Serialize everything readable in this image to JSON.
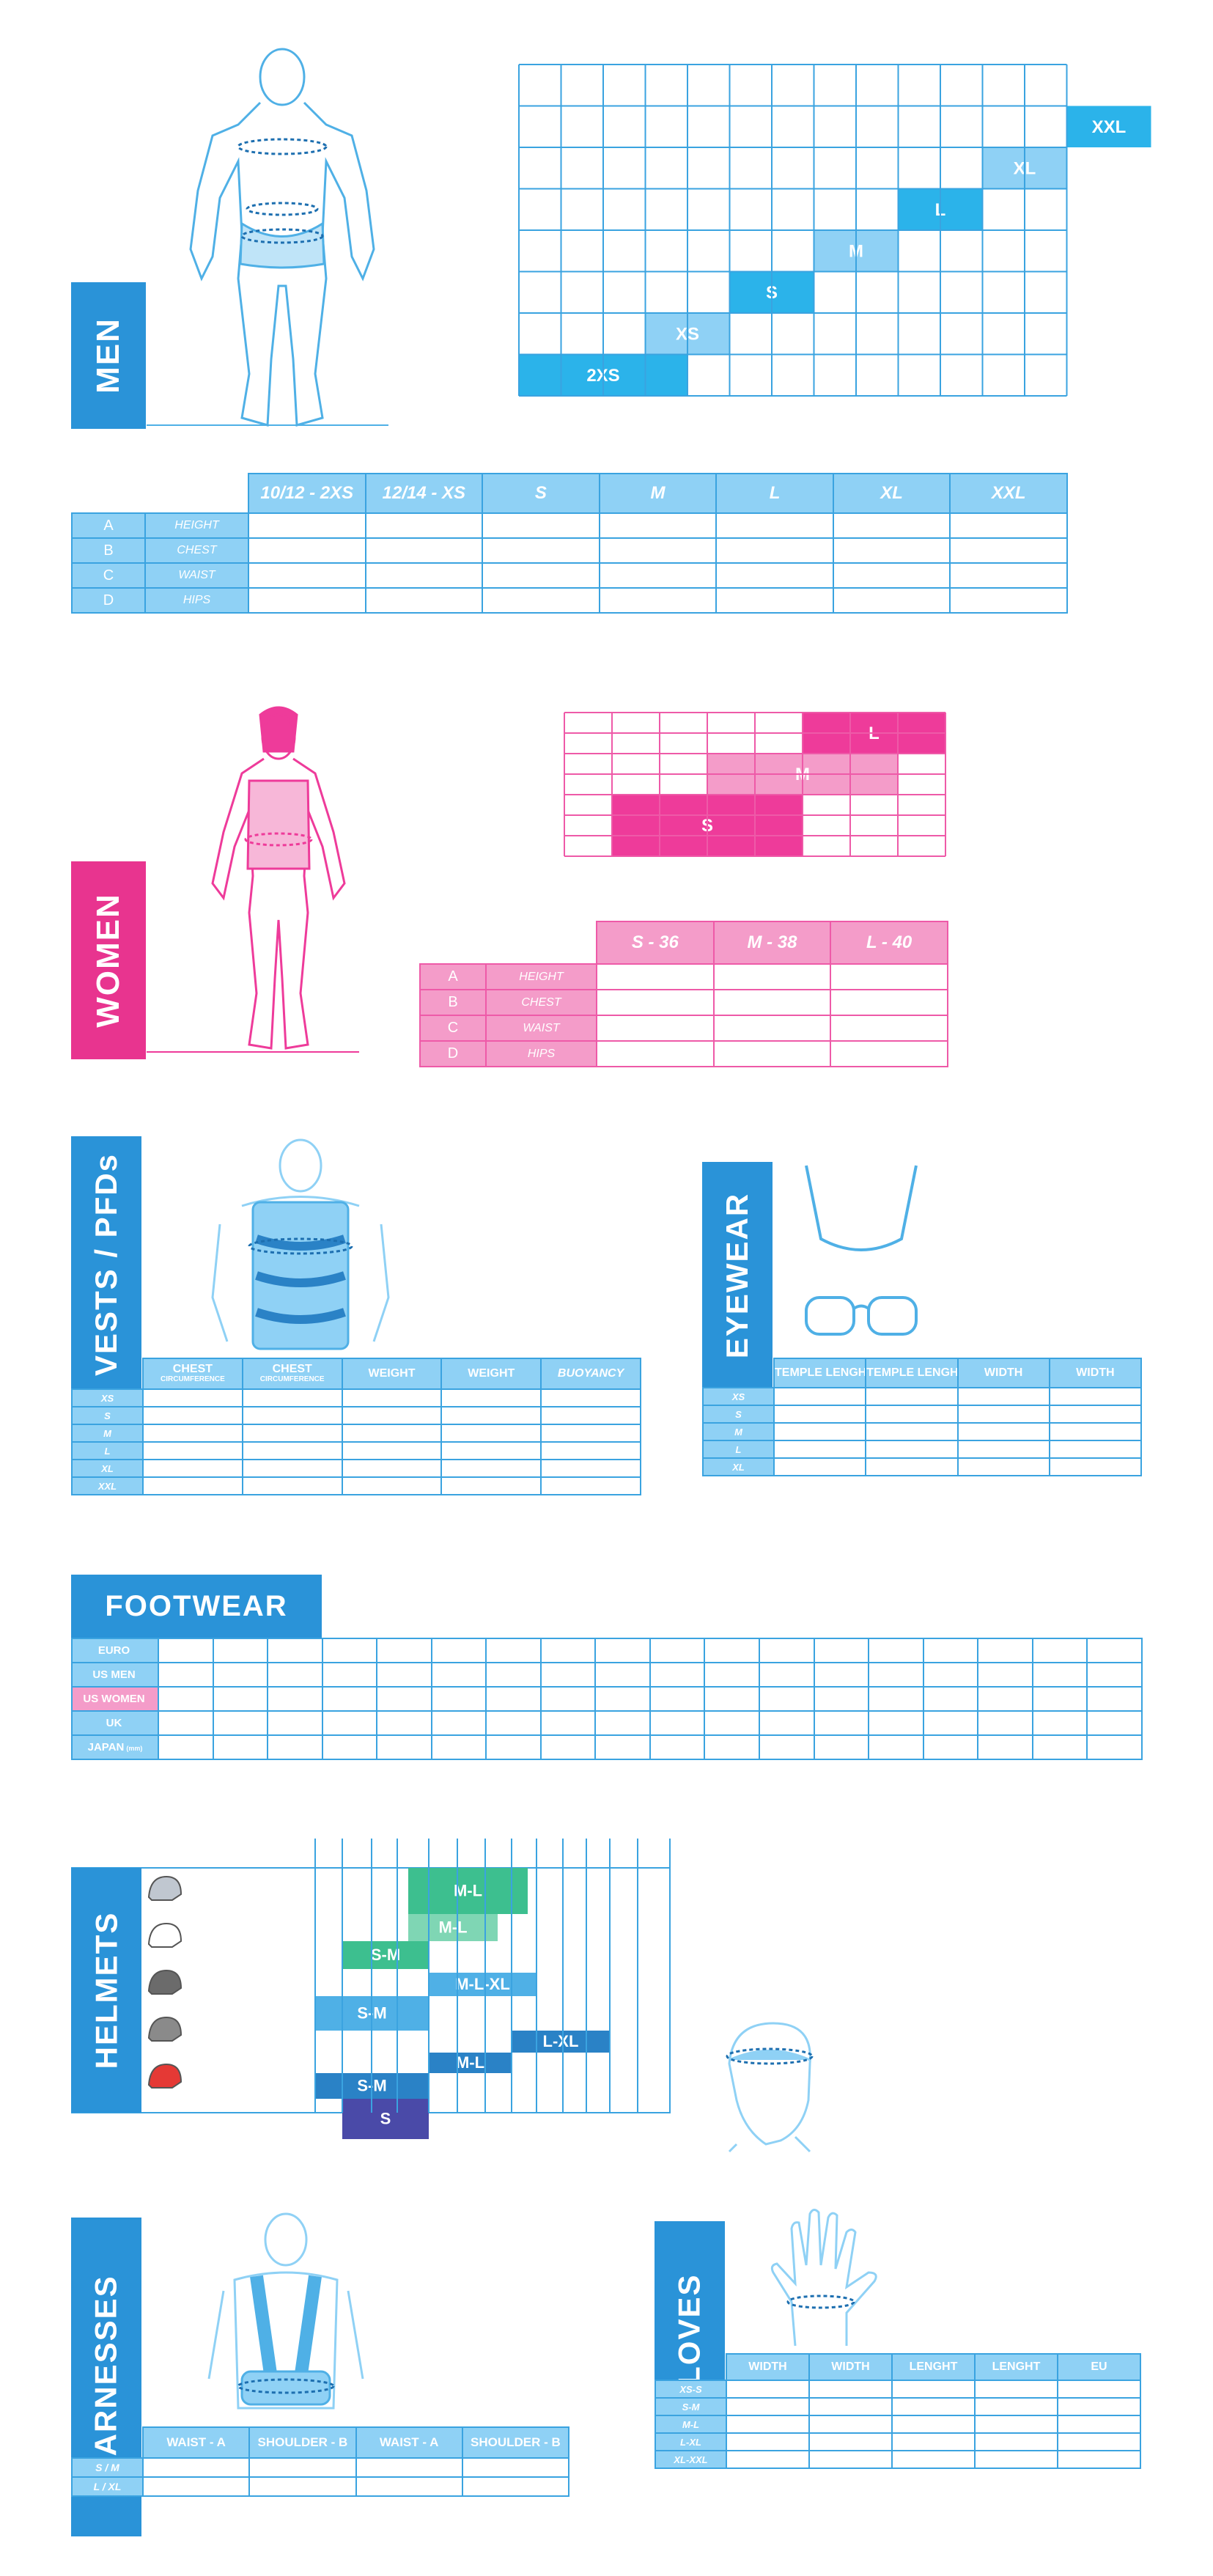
{
  "men": {
    "title": "MEN",
    "size_chart": {
      "sizes": [
        "2XS",
        "XS",
        "S",
        "M",
        "L",
        "XL",
        "XXL"
      ],
      "colors": [
        "#2bb3ea",
        "#8fd1f5",
        "#2bb3ea",
        "#8fd1f5",
        "#2bb3ea",
        "#8fd1f5",
        "#2bb3ea"
      ]
    },
    "table": {
      "headers": [
        "10/12 - 2XS",
        "12/14 - XS",
        "S",
        "M",
        "L",
        "XL",
        "XXL"
      ],
      "rows": [
        {
          "key": "A",
          "label": "HEIGHT"
        },
        {
          "key": "B",
          "label": "CHEST"
        },
        {
          "key": "C",
          "label": "WAIST"
        },
        {
          "key": "D",
          "label": "HIPS"
        }
      ]
    }
  },
  "women": {
    "title": "WOMEN",
    "size_chart": {
      "sizes": [
        "S",
        "M",
        "L"
      ],
      "colors": [
        "#ee3b9a",
        "#f49cc9",
        "#ee3b9a"
      ]
    },
    "table": {
      "headers": [
        "S - 36",
        "M - 38",
        "L - 40"
      ],
      "rows": [
        {
          "key": "A",
          "label": "HEIGHT"
        },
        {
          "key": "B",
          "label": "CHEST"
        },
        {
          "key": "C",
          "label": "WAIST"
        },
        {
          "key": "D",
          "label": "HIPS"
        }
      ]
    }
  },
  "vests": {
    "title": "VESTS / PFDs",
    "headers": [
      {
        "main": "CHEST",
        "sub": "CIRCUMFERENCE"
      },
      {
        "main": "CHEST",
        "sub": "CIRCUMFERENCE"
      },
      {
        "main": "WEIGHT",
        "sub": ""
      },
      {
        "main": "WEIGHT",
        "sub": ""
      },
      {
        "main": "BUOYANCY",
        "sub": ""
      }
    ],
    "rows": [
      "XS",
      "S",
      "M",
      "L",
      "XL",
      "XXL"
    ]
  },
  "eyewear": {
    "title": "EYEWEAR",
    "headers": [
      "TEMPLE LENGHT",
      "TEMPLE LENGHT",
      "WIDTH",
      "WIDTH"
    ],
    "rows": [
      "XS",
      "S",
      "M",
      "L",
      "XL"
    ]
  },
  "footwear": {
    "title": "FOOTWEAR",
    "rows": [
      {
        "label": "EURO",
        "unit": ""
      },
      {
        "label": "US MEN",
        "unit": ""
      },
      {
        "label": "US WOMEN",
        "unit": ""
      },
      {
        "label": "UK",
        "unit": ""
      },
      {
        "label": "JAPAN",
        "unit": "(mm)"
      }
    ]
  },
  "helmets": {
    "title": "HELMETS",
    "bars": [
      {
        "label": "M-L",
        "color": "#3dbf8f"
      },
      {
        "label": "M-L",
        "color": "#7fd6b4"
      },
      {
        "label": "S-M",
        "color": "#3dbf8f"
      },
      {
        "label": "M-L-XL",
        "color": "#4fb0e6"
      },
      {
        "label": "S-M",
        "color": "#4fb0e6"
      },
      {
        "label": "L-XL",
        "color": "#2a82c6"
      },
      {
        "label": "M-L",
        "color": "#2a82c6"
      },
      {
        "label": "S-M",
        "color": "#2a82c6"
      },
      {
        "label": "S",
        "color": "#4a4aa8"
      }
    ]
  },
  "harnesses": {
    "title": "HARNESSES",
    "headers": [
      "WAIST - A",
      "SHOULDER - B",
      "WAIST - A",
      "SHOULDER - B"
    ],
    "rows": [
      "S / M",
      "L / XL"
    ]
  },
  "gloves": {
    "title": "GLOVES",
    "headers": [
      "WIDTH",
      "WIDTH",
      "LENGHT",
      "LENGHT",
      "EU"
    ],
    "rows": [
      "XS-S",
      "S-M",
      "M-L",
      "L-XL",
      "XL-XXL"
    ]
  },
  "colors": {
    "blue": "#2a93d8",
    "light_blue": "#8fd1f5",
    "pink": "#e8348f",
    "light_pink": "#f49cc9"
  }
}
